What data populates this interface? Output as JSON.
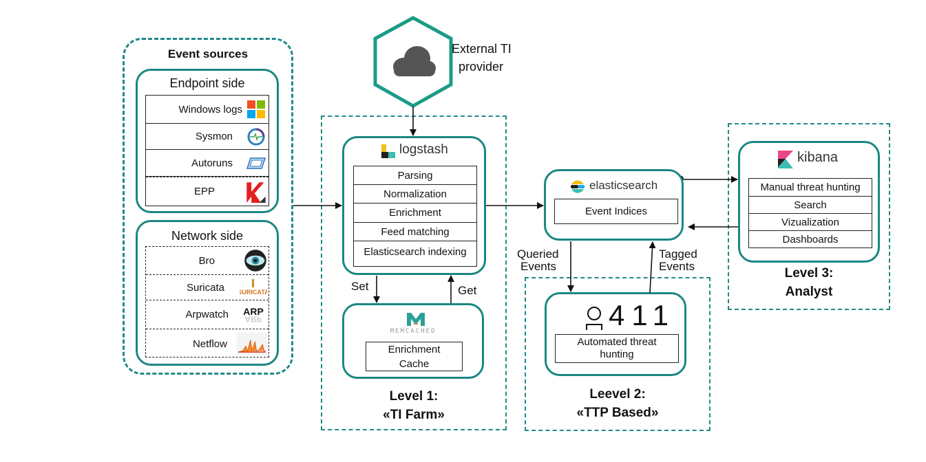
{
  "colors": {
    "teal": "#1a8783",
    "arrow": "#111111"
  },
  "event_sources": {
    "title": "Event sources",
    "endpoint": {
      "title": "Endpoint side",
      "items": [
        {
          "label": "Windows logs",
          "icon": "windows-logo-icon"
        },
        {
          "label": "Sysmon",
          "icon": "sysmon-logo-icon"
        },
        {
          "label": "Autoruns",
          "icon": "autoruns-logo-icon"
        },
        {
          "label": "EPP",
          "icon": "kaspersky-logo-icon"
        }
      ]
    },
    "network": {
      "title": "Network side",
      "items": [
        {
          "label": "Bro",
          "icon": "bro-eye-logo-icon"
        },
        {
          "label": "Suricata",
          "icon": "suricata-logo-icon"
        },
        {
          "label": "Arpwatch",
          "icon": "arp-logo-icon"
        },
        {
          "label": "Netflow",
          "icon": "netflow-chart-icon"
        }
      ]
    }
  },
  "external_ti": {
    "label_line1": "External TI",
    "label_line2": "provider",
    "icon": "cloud-icon"
  },
  "level1": {
    "caption_line1": "Level 1:",
    "caption_line2": "«TI Farm»",
    "logstash": {
      "title": "logstash",
      "steps": [
        "Parsing",
        "Normalization",
        "Enrichment",
        "Feed matching",
        "Elasticsearch indexing"
      ]
    },
    "memcached": {
      "logo_text": "MEMCACHED",
      "box_line1": "Enrichment",
      "box_line2": "Cache"
    },
    "set_label": "Set",
    "get_label": "Get"
  },
  "elasticsearch": {
    "title": "elasticsearch",
    "box": "Event Indices"
  },
  "level2": {
    "caption_line1": "Leevel 2:",
    "caption_line2": "«TTP Based»",
    "logo_text": "411",
    "box_line1": "Automated threat",
    "box_line2": "hunting",
    "queried_line1": "Queried",
    "queried_line2": "Events",
    "tagged_line1": "Tagged",
    "tagged_line2": "Events"
  },
  "level3": {
    "caption_line1": "Level 3:",
    "caption_line2": "Analyst",
    "kibana": {
      "title": "kibana",
      "items": [
        "Manual threat hunting",
        "Search",
        "Vizualization",
        "Dashboards"
      ]
    }
  }
}
